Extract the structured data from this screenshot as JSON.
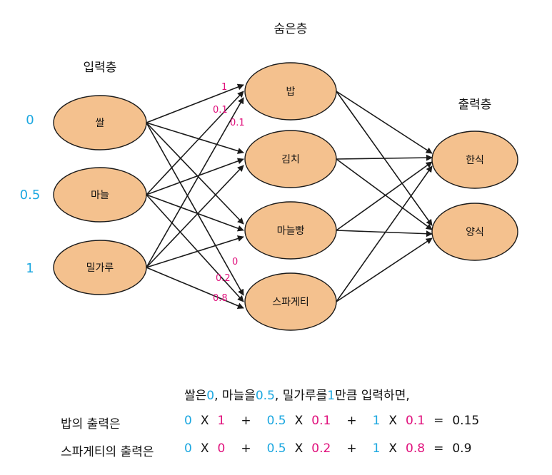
{
  "colors": {
    "node_fill": "#F4C18E",
    "node_stroke": "#1a1a1a",
    "input_value": "#1BA7E0",
    "weight": "#E0107C",
    "text": "#111111"
  },
  "layers": {
    "input": "입력층",
    "hidden": "숨은층",
    "output": "출력층"
  },
  "inputs": [
    {
      "label": "쌀",
      "value": "0"
    },
    {
      "label": "마늘",
      "value": "0.5"
    },
    {
      "label": "밀가루",
      "value": "1"
    }
  ],
  "hidden": [
    {
      "label": "밥"
    },
    {
      "label": "김치"
    },
    {
      "label": "마늘빵"
    },
    {
      "label": "스파게티"
    }
  ],
  "outputs": [
    {
      "label": "한식"
    },
    {
      "label": "양식"
    }
  ],
  "weights_to_bap": [
    "1",
    "0.1",
    "0.1"
  ],
  "weights_to_spaghetti": [
    "0",
    "0.2",
    "0.8"
  ],
  "explanation": {
    "intro": {
      "p1": "쌀은 ",
      "v1": "0",
      "p2": ", 마늘을 ",
      "v2": "0.5",
      "p3": ", 밀가루를 ",
      "v3": "1",
      "p4": "만큼 입력하면,"
    },
    "row1": {
      "label": "밥의 출력은",
      "a1": "0",
      "w1": "1",
      "a2": "0.5",
      "w2": "0.1",
      "a3": "1",
      "w3": "0.1",
      "result": "0.15"
    },
    "row2": {
      "label": "스파게티의 출력은",
      "a1": "0",
      "w1": "0",
      "a2": "0.5",
      "w2": "0.2",
      "a3": "1",
      "w3": "0.8",
      "result": "0.9"
    },
    "times": "X",
    "plus": "+",
    "equals": "="
  }
}
